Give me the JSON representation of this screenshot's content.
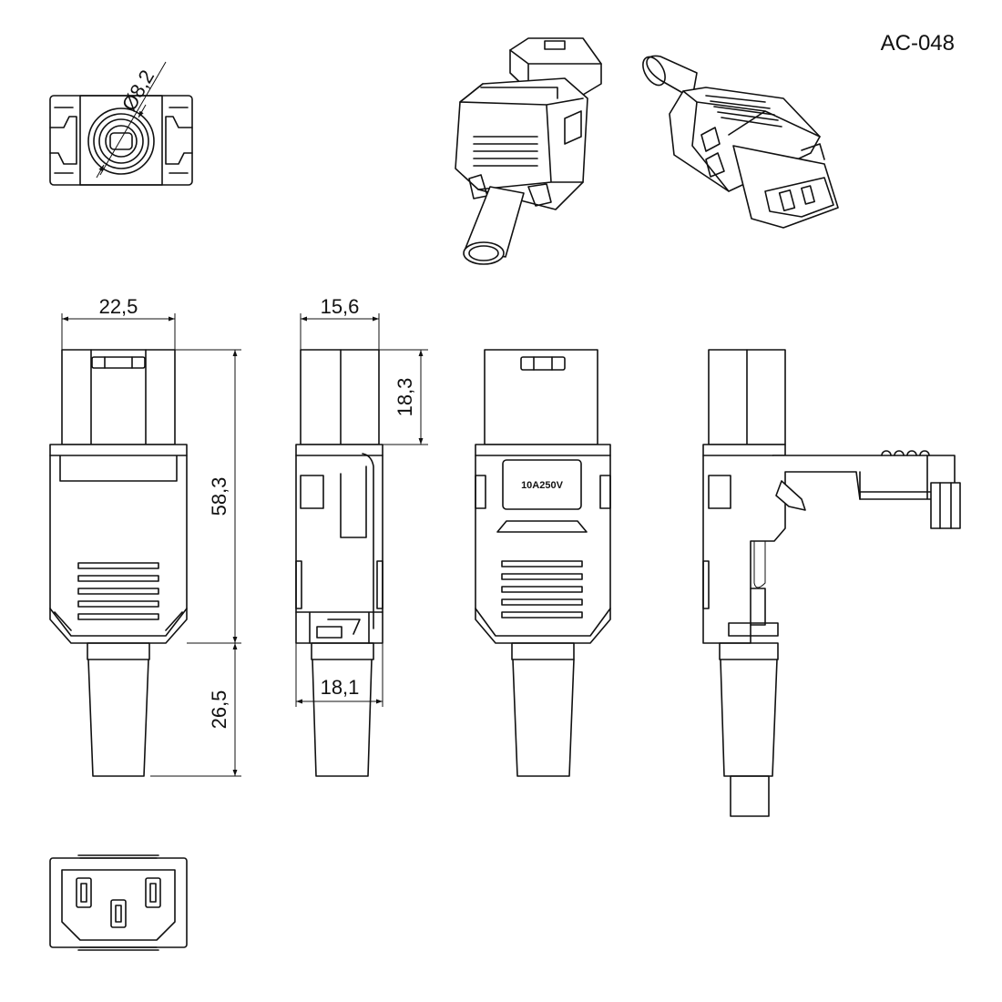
{
  "part_code": "AC-048",
  "rating_label": "10A250V",
  "dimensions": {
    "diameter": "Ø8,2",
    "width_front": "22,5",
    "width_side": "15,6",
    "height_body": "58,3",
    "height_head": "18,3",
    "height_cable": "26,5",
    "width_bottom": "18,1"
  }
}
